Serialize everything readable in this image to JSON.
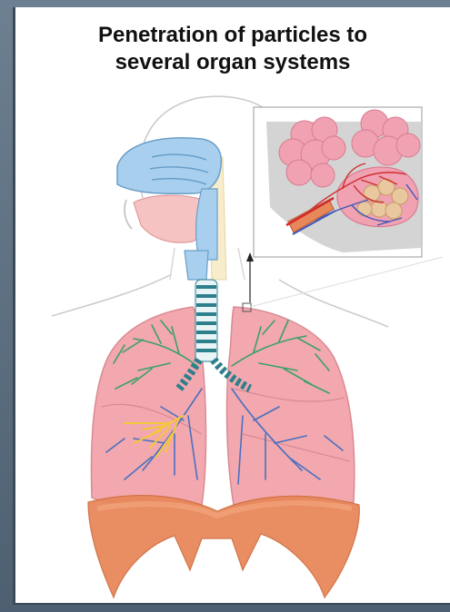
{
  "slide": {
    "title_line_1": "Penetration of particles to",
    "title_line_2": "several organ systems"
  },
  "diagram": {
    "subject": "human respiratory system with alveoli magnification inset",
    "colors": {
      "lung_fill": "#f2a8ae",
      "bronchi_green": "#3aa06a",
      "bronchi_blue": "#4a70c0",
      "trachea_teal": "#2e7f8c",
      "airway_blue": "#a8d0ee",
      "alveoli_pink": "#f0a2b3",
      "diaphragm_orange": "#e8875a",
      "yellow_vessels": "#f3c73c"
    }
  }
}
